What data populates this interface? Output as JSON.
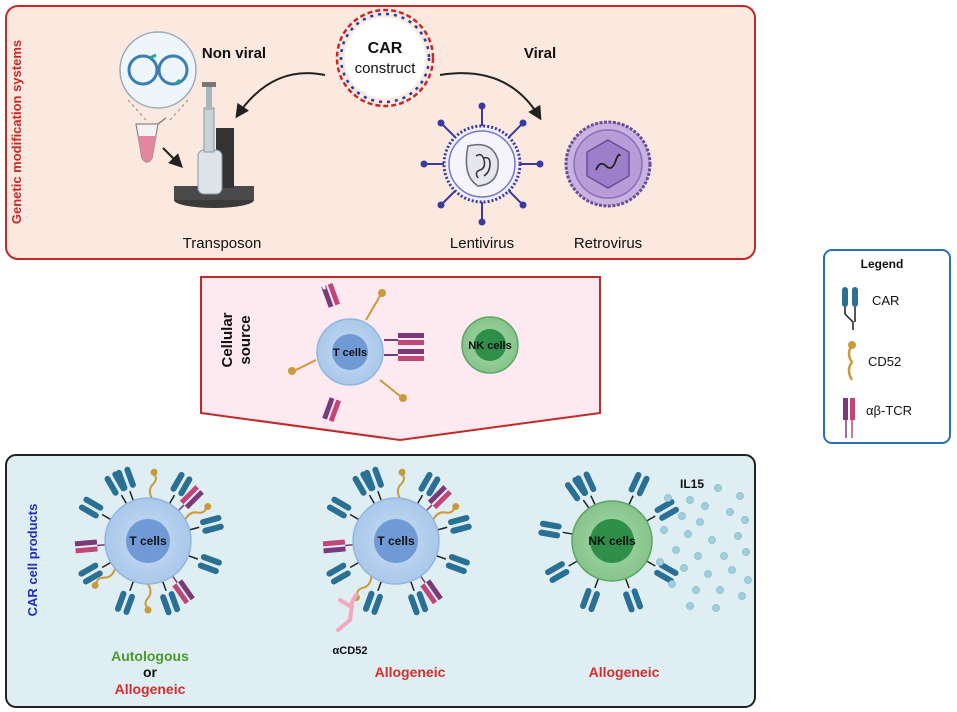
{
  "genetic": {
    "side_label": "Genetic modification systems",
    "non_viral": "Non viral",
    "viral": "Viral",
    "car_line1": "CAR",
    "car_line2": "construct",
    "transposon": "Transposon",
    "lentivirus": "Lentivirus",
    "retrovirus": "Retrovirus"
  },
  "source": {
    "label_line1": "Cellular",
    "label_line2": "source",
    "t_cells": "T cells",
    "nk_cells": "NK cells"
  },
  "products": {
    "side_label": "CAR cell products",
    "t_cells_1": "T cells",
    "t_cells_2": "T cells",
    "nk_cells": "NK cells",
    "acd52": "αCD52",
    "il15": "IL15",
    "autologous": "Autologous",
    "or": "or",
    "allogeneic_1": "Allogeneic",
    "allogeneic_2": "Allogeneic",
    "allogeneic_3": "Allogeneic"
  },
  "legend": {
    "title": "Legend",
    "items": [
      {
        "label": "CAR",
        "icon": "car-receptor-icon"
      },
      {
        "label": "CD52",
        "icon": "cd52-icon"
      },
      {
        "label": "αβ-TCR",
        "icon": "tcr-icon"
      }
    ]
  },
  "colors": {
    "red_border": "#c62828",
    "autologous_green": "#4a9a2a",
    "allogeneic_red": "#d32f2f",
    "products_blue": "#1e2fb8",
    "car_blue": "#2a6f94",
    "cd52_gold": "#c99a3c",
    "tcr_purple": "#7a3a7a",
    "tcr_pink": "#c2457a"
  }
}
